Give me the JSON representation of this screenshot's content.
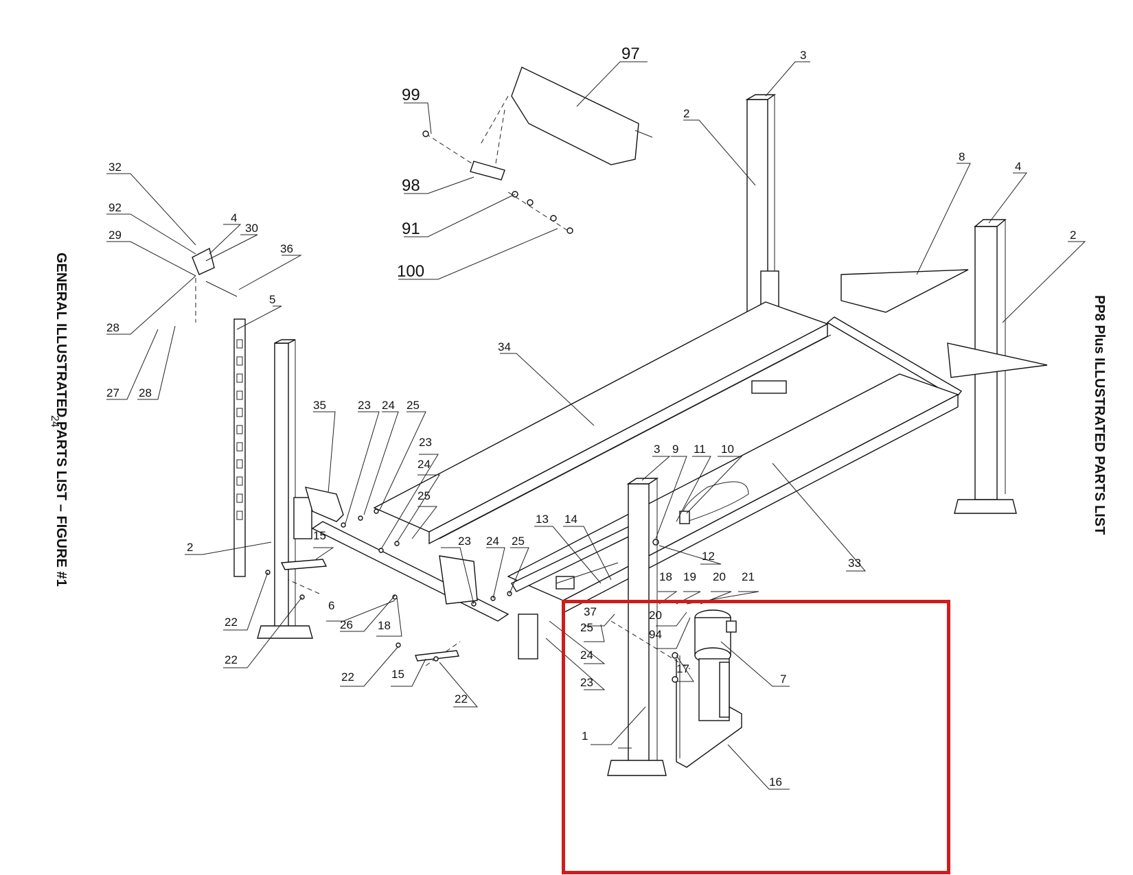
{
  "left_title": "GENERAL ILLUSTRATED PARTS LIST – FIGURE #1",
  "page_number": "24",
  "right_title": "PP8 Plus ILLUSTRATED PARTS LIST",
  "highlight_color": "#d01c1c",
  "callouts": [
    {
      "id": "c97",
      "text": "97"
    },
    {
      "id": "c99",
      "text": "99"
    },
    {
      "id": "c98",
      "text": "98"
    },
    {
      "id": "c91",
      "text": "91"
    },
    {
      "id": "c100",
      "text": "100"
    },
    {
      "id": "c3a",
      "text": "3"
    },
    {
      "id": "c2a",
      "text": "2"
    },
    {
      "id": "c8",
      "text": "8"
    },
    {
      "id": "c4a",
      "text": "4"
    },
    {
      "id": "c2b",
      "text": "2"
    },
    {
      "id": "c32",
      "text": "32"
    },
    {
      "id": "c92",
      "text": "92"
    },
    {
      "id": "c4b",
      "text": "4"
    },
    {
      "id": "c30",
      "text": "30"
    },
    {
      "id": "c29",
      "text": "29"
    },
    {
      "id": "c36",
      "text": "36"
    },
    {
      "id": "c28a",
      "text": "28"
    },
    {
      "id": "c5",
      "text": "5"
    },
    {
      "id": "c27",
      "text": "27"
    },
    {
      "id": "c28b",
      "text": "28"
    },
    {
      "id": "c34",
      "text": "34"
    },
    {
      "id": "c35",
      "text": "35"
    },
    {
      "id": "c23a",
      "text": "23"
    },
    {
      "id": "c24a",
      "text": "24"
    },
    {
      "id": "c25a",
      "text": "25"
    },
    {
      "id": "c23b",
      "text": "23"
    },
    {
      "id": "c24b",
      "text": "24"
    },
    {
      "id": "c25b",
      "text": "25"
    },
    {
      "id": "c2c",
      "text": "2"
    },
    {
      "id": "c15a",
      "text": "15"
    },
    {
      "id": "c22a",
      "text": "22"
    },
    {
      "id": "c22b",
      "text": "22"
    },
    {
      "id": "c6",
      "text": "6"
    },
    {
      "id": "c26",
      "text": "26"
    },
    {
      "id": "c18a",
      "text": "18"
    },
    {
      "id": "c22c",
      "text": "22"
    },
    {
      "id": "c15b",
      "text": "15"
    },
    {
      "id": "c22d",
      "text": "22"
    },
    {
      "id": "c3b",
      "text": "3"
    },
    {
      "id": "c9",
      "text": "9"
    },
    {
      "id": "c11",
      "text": "11"
    },
    {
      "id": "c10",
      "text": "10"
    },
    {
      "id": "c33",
      "text": "33"
    },
    {
      "id": "c13",
      "text": "13"
    },
    {
      "id": "c14",
      "text": "14"
    },
    {
      "id": "c12",
      "text": "12"
    },
    {
      "id": "c23c",
      "text": "23"
    },
    {
      "id": "c24c",
      "text": "24"
    },
    {
      "id": "c25c",
      "text": "25"
    },
    {
      "id": "c18b",
      "text": "18"
    },
    {
      "id": "c19",
      "text": "19"
    },
    {
      "id": "c20a",
      "text": "20"
    },
    {
      "id": "c21",
      "text": "21"
    },
    {
      "id": "c37",
      "text": "37"
    },
    {
      "id": "c20b",
      "text": "20"
    },
    {
      "id": "c25d",
      "text": "25"
    },
    {
      "id": "c94",
      "text": "94"
    },
    {
      "id": "c24d",
      "text": "24"
    },
    {
      "id": "c23d",
      "text": "23"
    },
    {
      "id": "c17",
      "text": "17"
    },
    {
      "id": "c7",
      "text": "7"
    },
    {
      "id": "c1",
      "text": "1"
    },
    {
      "id": "c16",
      "text": "16"
    }
  ]
}
